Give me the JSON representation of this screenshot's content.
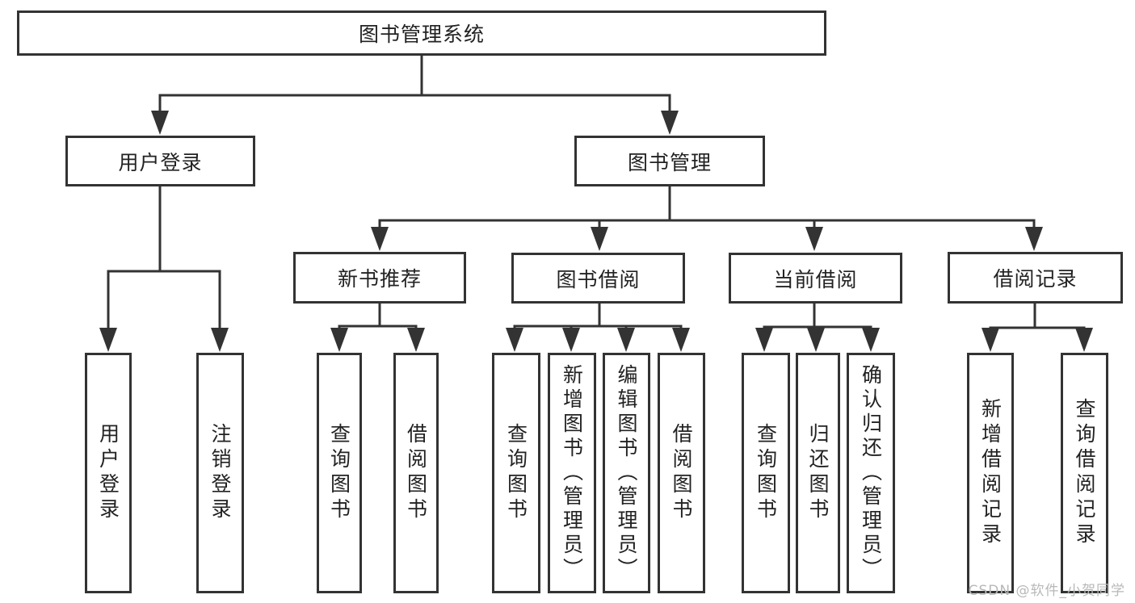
{
  "diagram": {
    "root": {
      "label": "图书管理系统"
    },
    "branches": [
      {
        "label": "用户登录",
        "children": [
          {
            "label": "用户登录"
          },
          {
            "label": "注销登录"
          }
        ]
      },
      {
        "label": "图书管理",
        "children": [
          {
            "label": "新书推荐",
            "children": [
              {
                "label": "查询图书"
              },
              {
                "label": "借阅图书"
              }
            ]
          },
          {
            "label": "图书借阅",
            "children": [
              {
                "label": "查询图书"
              },
              {
                "label": "新增图书（管理员）"
              },
              {
                "label": "编辑图书（管理员）"
              },
              {
                "label": "借阅图书"
              }
            ]
          },
          {
            "label": "当前借阅",
            "children": [
              {
                "label": "查询图书"
              },
              {
                "label": "归还图书"
              },
              {
                "label": "确认归还（管理员）"
              }
            ]
          },
          {
            "label": "借阅记录",
            "children": [
              {
                "label": "新增借阅记录"
              },
              {
                "label": "查询借阅记录"
              }
            ]
          }
        ]
      }
    ]
  },
  "watermark": {
    "text": "CSDN @软件_小贺同学"
  },
  "colors": {
    "line": "#333333",
    "box_border": "#333333",
    "text": "#222222",
    "background": "#ffffff",
    "watermark": "#b8b8b8"
  }
}
